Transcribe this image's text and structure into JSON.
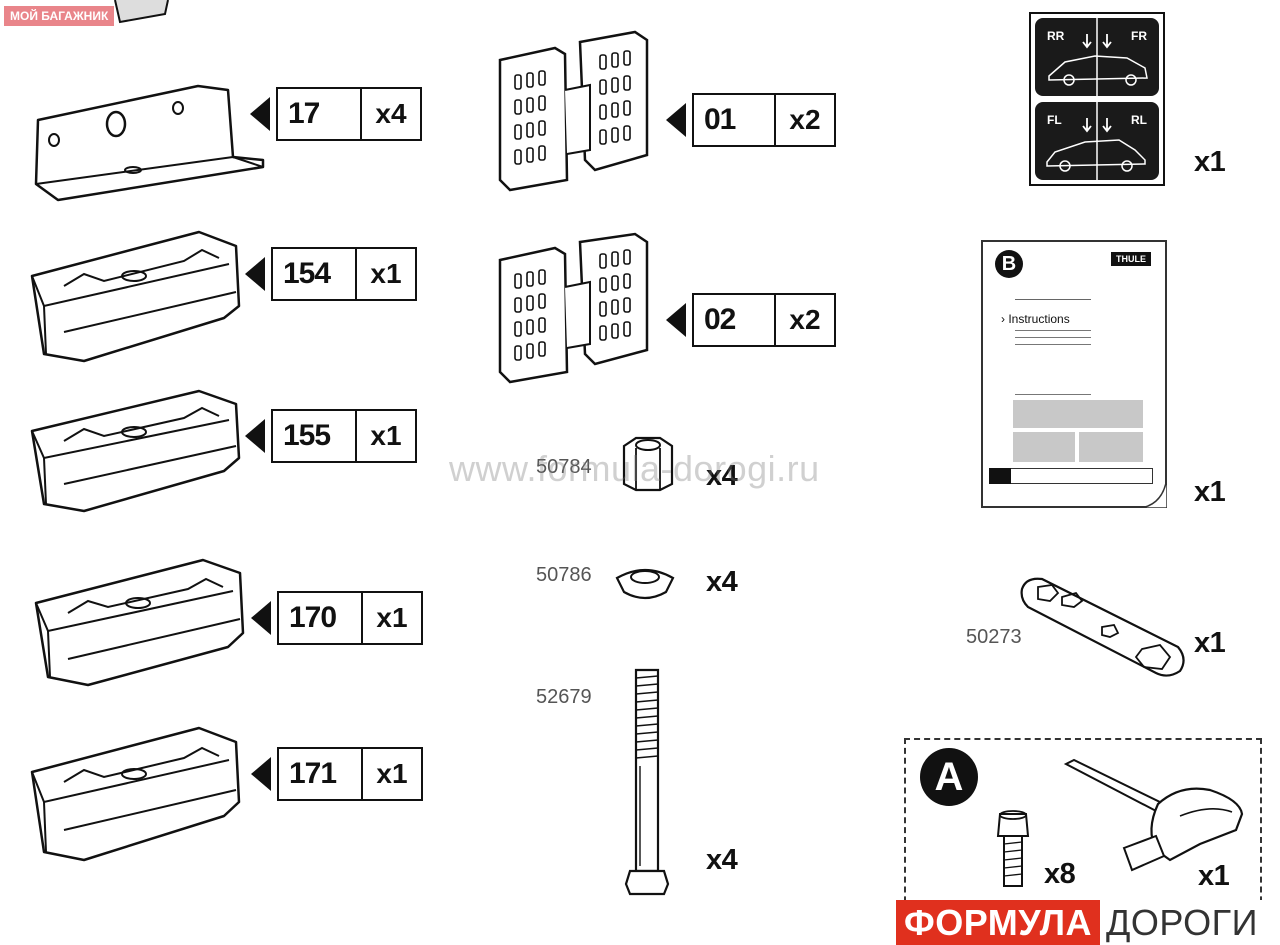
{
  "site_label": "МОЙ БАГАЖНИК",
  "watermark": "www.formula-dorogi.ru",
  "brand": {
    "part1": "ФОРМУЛА",
    "part2": "ДОРОГИ",
    "accent": "#e0301e"
  },
  "left_parts": [
    {
      "code": "17",
      "qty": "x4"
    },
    {
      "code": "154",
      "qty": "x1"
    },
    {
      "code": "155",
      "qty": "x1"
    },
    {
      "code": "170",
      "qty": "x1"
    },
    {
      "code": "171",
      "qty": "x1"
    }
  ],
  "middle_parts": [
    {
      "code": "01",
      "qty": "x2"
    },
    {
      "code": "02",
      "qty": "x2"
    }
  ],
  "hardware": [
    {
      "part_no": "50784",
      "qty": "x4"
    },
    {
      "part_no": "50786",
      "qty": "x4"
    },
    {
      "part_no": "52679",
      "qty": "x4"
    }
  ],
  "sticker": {
    "rr": "RR",
    "fr": "FR",
    "fl": "FL",
    "rl": "RL",
    "qty": "x1"
  },
  "manual": {
    "letter": "B",
    "brand": "THULE",
    "title": "Instructions",
    "qty": "x1"
  },
  "wrench": {
    "part_no": "50273",
    "qty": "x1"
  },
  "kit_a": {
    "letter": "A",
    "screw_qty": "x8",
    "tool_qty": "x1"
  }
}
